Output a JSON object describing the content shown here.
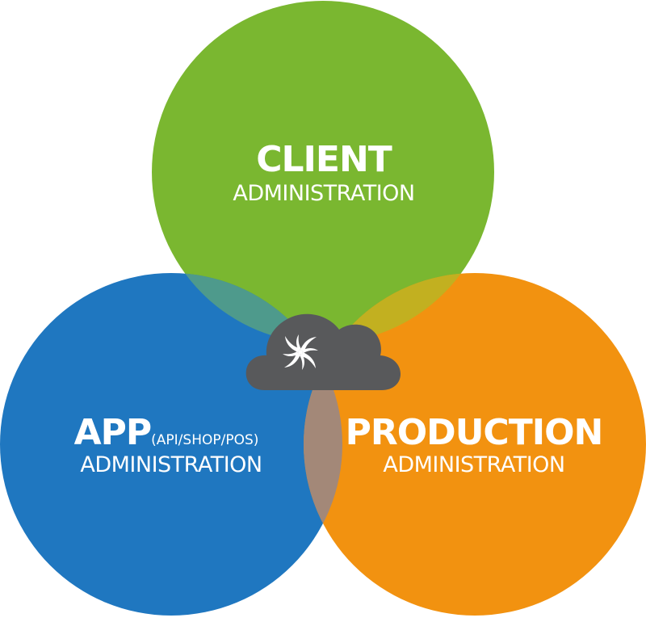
{
  "circles": {
    "client": {
      "title": "CLIENT",
      "subtitle": "ADMINISTRATION",
      "color": "#7ab730"
    },
    "app": {
      "title": "APP",
      "title_suffix": "(API/SHOP/POS)",
      "subtitle": "ADMINISTRATION",
      "color": "#1f77c0"
    },
    "production": {
      "title": "PRODUCTION",
      "subtitle": "ADMINISTRATION",
      "color": "#f29210"
    }
  },
  "overlaps": {
    "client_app": "#4e9a8c",
    "client_production": "#c2b020",
    "app_production": "#a38878"
  },
  "center": {
    "icon": "cloud-spiral-logo-icon",
    "cloud_color": "#58595b"
  }
}
